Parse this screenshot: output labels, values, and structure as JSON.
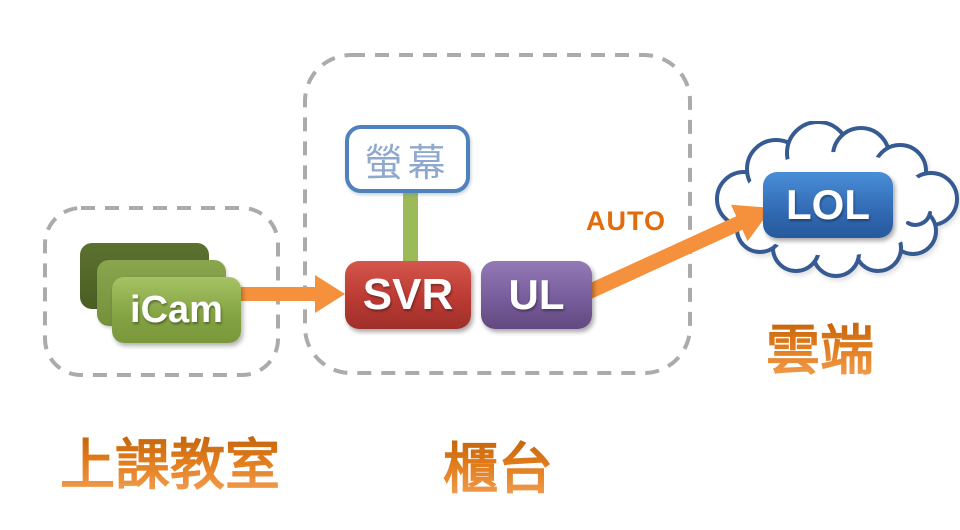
{
  "diagram": {
    "auto_label": "AUTO",
    "groups": {
      "classroom": {
        "caption": "上課教室"
      },
      "counter": {
        "caption": "櫃台"
      },
      "cloud": {
        "caption": "雲端"
      }
    },
    "nodes": {
      "icam": {
        "label": "iCam"
      },
      "screen": {
        "label": "螢幕"
      },
      "svr": {
        "label": "SVR"
      },
      "ul": {
        "label": "UL"
      },
      "lol": {
        "label": "LOL"
      }
    },
    "colors": {
      "arrow_orange": "#f5913d",
      "auto_text_orange": "#e26b0a",
      "caption_gradient_top": "#b55a08",
      "caption_gradient_bottom": "#f6a45c",
      "icam_front_green": "#83a242",
      "icam_mid_green": "#74903b",
      "icam_back_green": "#4b5e23",
      "screen_border_blue": "#4f81bd",
      "screen_text_blue": "#8fa9ce",
      "screen_link_green": "#9bbb59",
      "svr_red": "#bb3a33",
      "ul_purple": "#755b99",
      "lol_blue": "#2f67b0",
      "cloud_outline_blue": "#365a92",
      "dash_gray": "#ababab"
    }
  }
}
